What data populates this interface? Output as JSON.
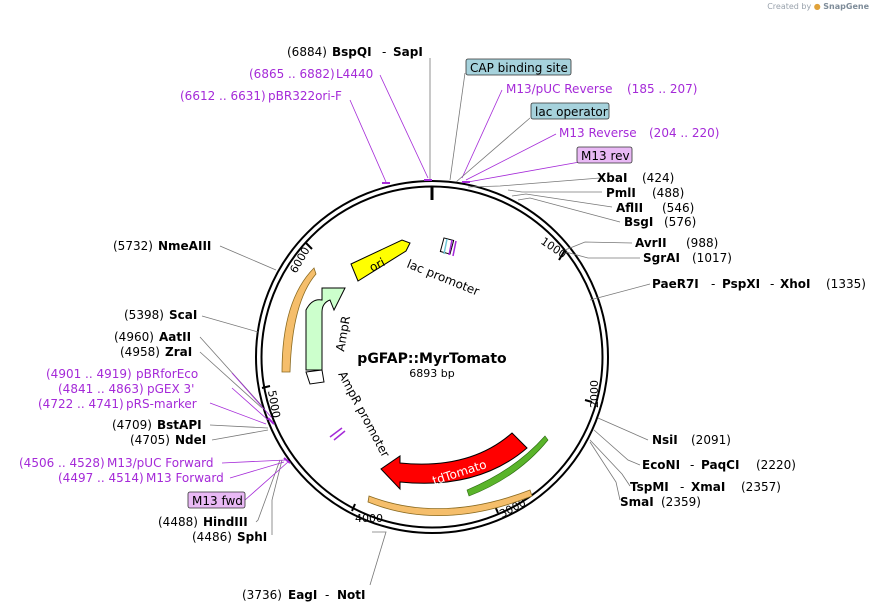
{
  "credit": {
    "prefix": "Created by",
    "brand": "SnapGene"
  },
  "plasmid": {
    "name": "pGFAP::MyrTomato",
    "length": "6893 bp",
    "length_bp": 6893
  },
  "ticks": [
    "1000",
    "2000",
    "3000",
    "4000",
    "5000",
    "6000"
  ],
  "enzymes": [
    {
      "pos": "(6884)",
      "names": [
        "BspQI",
        "SapI"
      ]
    },
    {
      "pos": "(424)",
      "names": [
        "XbaI"
      ]
    },
    {
      "pos": "(488)",
      "names": [
        "PmlI"
      ]
    },
    {
      "pos": "(546)",
      "names": [
        "AflII"
      ]
    },
    {
      "pos": "(576)",
      "names": [
        "BsgI"
      ]
    },
    {
      "pos": "(988)",
      "names": [
        "AvrII"
      ]
    },
    {
      "pos": "(1017)",
      "names": [
        "SgrAI"
      ]
    },
    {
      "pos": "(1335)",
      "names": [
        "PaeR7I",
        "PspXI",
        "XhoI"
      ]
    },
    {
      "pos": "(2091)",
      "names": [
        "NsiI"
      ]
    },
    {
      "pos": "(2220)",
      "names": [
        "EcoNI",
        "PaqCI"
      ]
    },
    {
      "pos": "(2357)",
      "names": [
        "TspMI",
        "XmaI"
      ]
    },
    {
      "pos": "(2359)",
      "names": [
        "SmaI"
      ]
    },
    {
      "pos": "(3736)",
      "names": [
        "EagI",
        "NotI"
      ]
    },
    {
      "pos": "(4486)",
      "names": [
        "SphI"
      ]
    },
    {
      "pos": "(4488)",
      "names": [
        "HindIII"
      ]
    },
    {
      "pos": "(4705)",
      "names": [
        "NdeI"
      ]
    },
    {
      "pos": "(4709)",
      "names": [
        "BstAPI"
      ]
    },
    {
      "pos": "(4958)",
      "names": [
        "ZraI"
      ]
    },
    {
      "pos": "(4960)",
      "names": [
        "AatII"
      ]
    },
    {
      "pos": "(5398)",
      "names": [
        "ScaI"
      ]
    },
    {
      "pos": "(5732)",
      "names": [
        "NmeAIII"
      ]
    }
  ],
  "primers": [
    {
      "range": "(6865 .. 6882)",
      "name": "L4440"
    },
    {
      "range": "(6612 .. 6631)",
      "name": "pBR322ori-F"
    },
    {
      "range": "(185 .. 207)",
      "name": "M13/pUC Reverse"
    },
    {
      "range": "(204 .. 220)",
      "name": "M13 Reverse"
    },
    {
      "range": "(4901 .. 4919)",
      "name": "pBRforEco"
    },
    {
      "range": "(4841 .. 4863)",
      "name": "pGEX 3'"
    },
    {
      "range": "(4722 .. 4741)",
      "name": "pRS-marker"
    },
    {
      "range": "(4506 .. 4528)",
      "name": "M13/pUC Forward"
    },
    {
      "range": "(4497 .. 4514)",
      "name": "M13 Forward"
    }
  ],
  "boxed_labels": [
    {
      "text": "CAP binding site",
      "kind": "protein_bind"
    },
    {
      "text": "lac operator",
      "kind": "protein_bind"
    },
    {
      "text": "M13 rev",
      "kind": "primer"
    },
    {
      "text": "M13 fwd",
      "kind": "primer"
    }
  ],
  "features": [
    {
      "name": "ori",
      "color": "#ffff00"
    },
    {
      "name": "lac promoter",
      "color": "#ffffff"
    },
    {
      "name": "AmpR",
      "color": "#ccffcc"
    },
    {
      "name": "AmpR promoter",
      "color": "#ffffff"
    },
    {
      "name": "tdTomato",
      "color": "#ff0000"
    }
  ],
  "colors": {
    "primer": "#a52ad8",
    "protein_bind_fill": "#a6d2dc",
    "primer_box_fill": "#e9b9f5",
    "ori": "#ffff00",
    "ampr": "#ccffcc",
    "tdtomato": "#ff0000",
    "orange_feature": "#f5be6b",
    "green_feature": "#5ab42a"
  }
}
